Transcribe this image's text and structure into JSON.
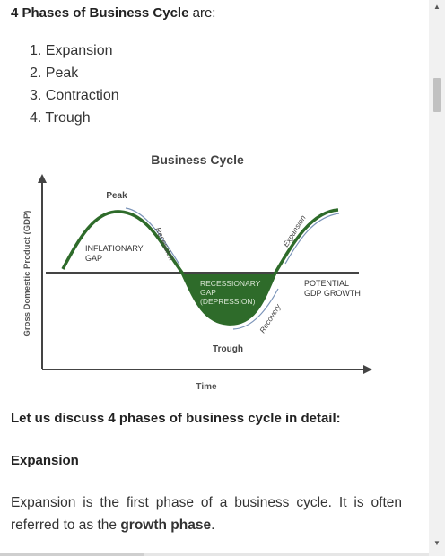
{
  "intro": {
    "bold": "4 Phases of Business Cycle",
    "rest": " are:"
  },
  "phases": [
    "1. Expansion",
    "2. Peak",
    "3. Contraction",
    "4. Trough"
  ],
  "diagram": {
    "title": "Business Cycle",
    "ylabel": "Gross Domestic Product (GDP)",
    "xlabel": "Time",
    "peak": "Peak",
    "recession": "Recession",
    "inflationary_gap_line1": "INFLATIONARY",
    "inflationary_gap_line2": "GAP",
    "recessionary_gap_line1": "RECESSIONARY",
    "recessionary_gap_line2": "GAP",
    "recessionary_gap_line3": "(DEPRESSION)",
    "trough": "Trough",
    "recovery": "Recovery",
    "expansion": "Expansion",
    "potential_line1": "POTENTIAL",
    "potential_line2": "GDP GROWTH",
    "gap_color": "#2e6b2a",
    "curve_color": "#2e6b2a"
  },
  "discuss_heading": "Let us discuss 4 phases of business cycle in detail:",
  "expansion": {
    "heading": "Expansion",
    "para_start": "Expansion is the first phase of a business cycle. It is often referred to as the ",
    "para_bold": "growth phase",
    "para_end": "."
  },
  "scrollbar": {
    "up_icon": "triangle-up",
    "down_icon": "triangle-down"
  }
}
